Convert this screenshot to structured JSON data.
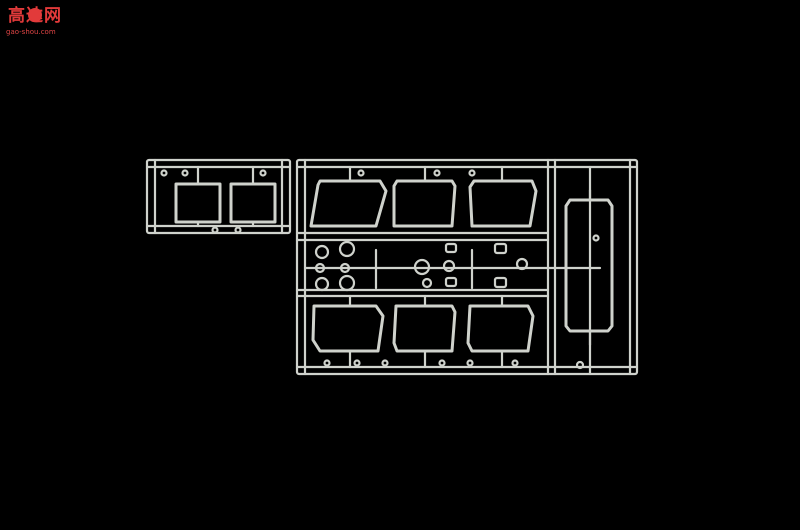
{
  "watermark": {
    "brand_text": "高达网",
    "url_text": "gao-shou.com",
    "color": "#e23a3a"
  },
  "photo": {
    "subject": "clear-plastic-sprue",
    "background_color": "#000000",
    "part_color": "#cfd2cc"
  }
}
